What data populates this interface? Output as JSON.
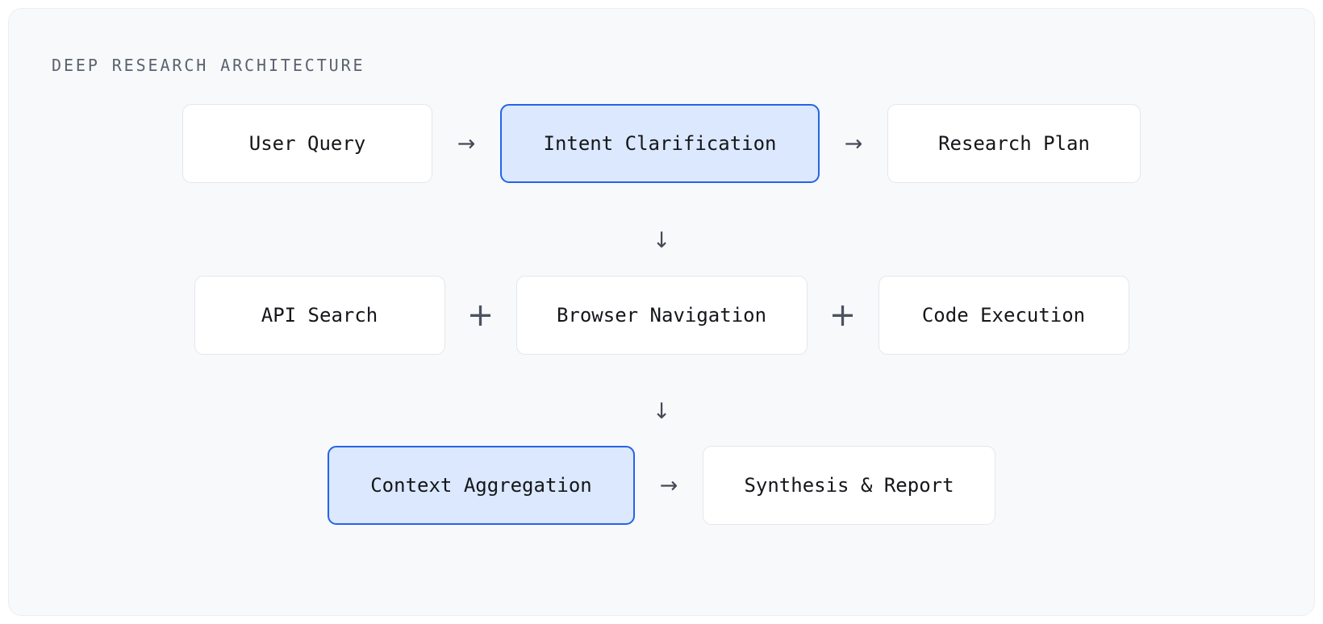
{
  "diagram": {
    "title": "DEEP RESEARCH ARCHITECTURE",
    "colors": {
      "canvas_background": "#f8f9fa",
      "page_background": "#ffffff",
      "node_fill": "#ffffff",
      "node_border": "#e4e6ea",
      "highlight_fill": "#dbe8fd",
      "highlight_border": "#2563eb",
      "text": "#14161a",
      "title_text": "#5a6270",
      "connector": "#434a57"
    },
    "rows": [
      {
        "id": "row-1",
        "nodes": [
          {
            "label": "User Query",
            "highlighted": false
          },
          {
            "label": "Intent Clarification",
            "highlighted": true
          },
          {
            "label": "Research Plan",
            "highlighted": false
          }
        ],
        "separators": [
          "→",
          "→"
        ]
      },
      {
        "id": "row-2",
        "nodes": [
          {
            "label": "API Search",
            "highlighted": false
          },
          {
            "label": "Browser Navigation",
            "highlighted": false
          },
          {
            "label": "Code Execution",
            "highlighted": false
          }
        ],
        "separators": [
          "+",
          "+"
        ]
      },
      {
        "id": "row-3",
        "nodes": [
          {
            "label": "Context Aggregation",
            "highlighted": true
          },
          {
            "label": "Synthesis & Report",
            "highlighted": false
          }
        ],
        "separators": [
          "→"
        ]
      }
    ],
    "vertical_connectors": [
      {
        "id": "arrow-down-1",
        "glyph": "↓"
      },
      {
        "id": "arrow-down-2",
        "glyph": "↓"
      }
    ]
  }
}
